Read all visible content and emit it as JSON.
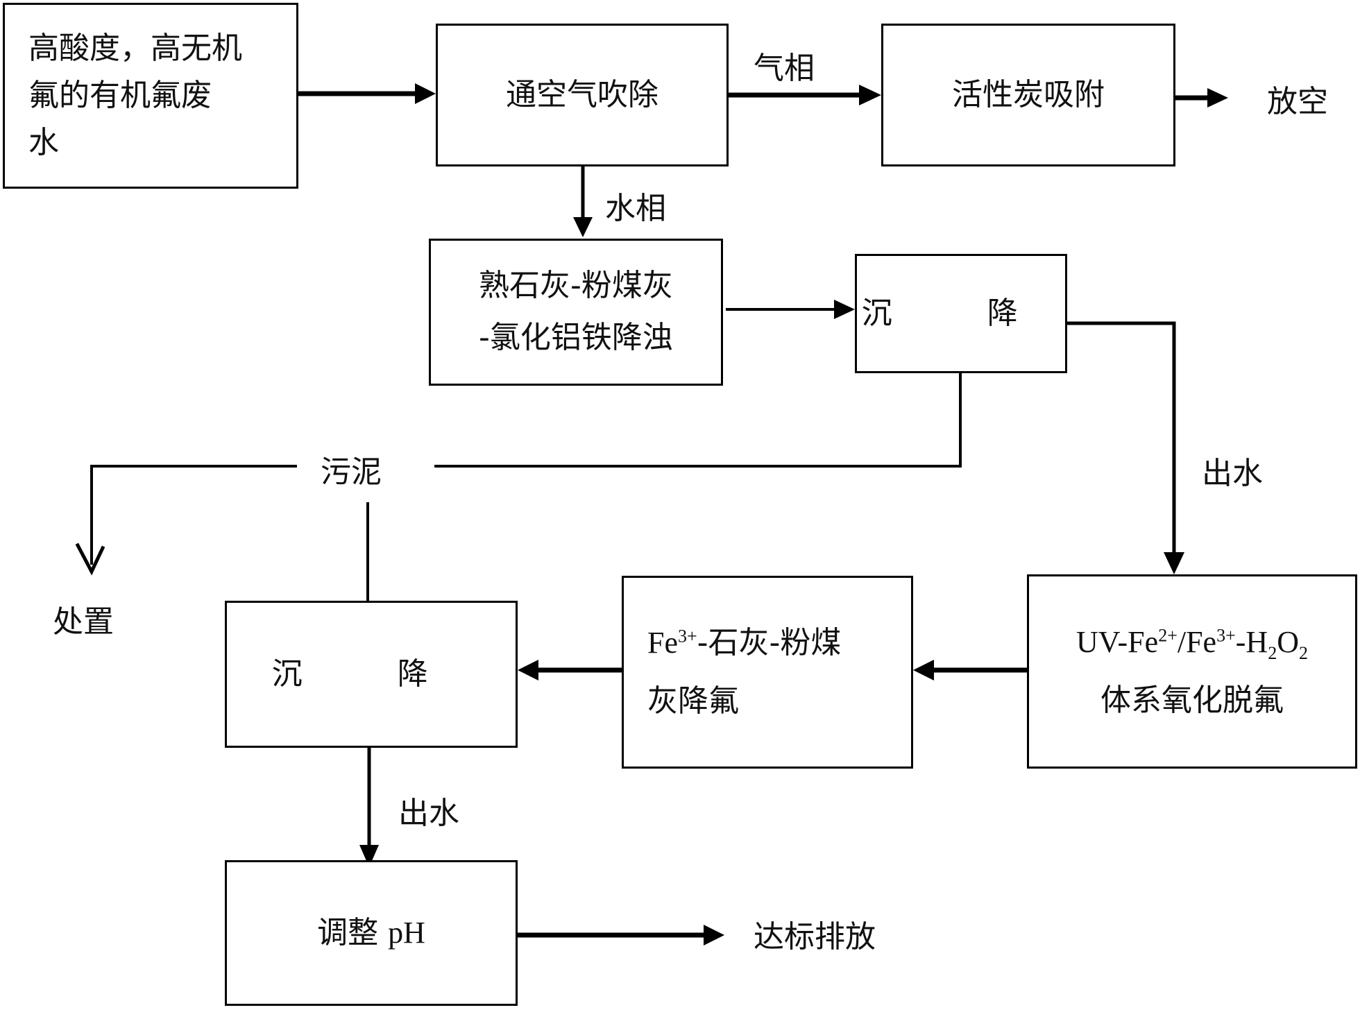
{
  "nodes": {
    "wastewater": {
      "line1": "高酸度，高无机",
      "line2": "氟的有机氟废",
      "line3": "水"
    },
    "air_stripping": "通空气吹除",
    "activated_carbon": "活性炭吸附",
    "coagulation": {
      "line1": "熟石灰-粉煤灰",
      "line2": "-氯化铝铁降浊"
    },
    "settling_1": "沉 降",
    "uv_oxidation": {
      "line1_a": "UV-Fe",
      "line1_sup1": "2+",
      "line1_b": "/Fe",
      "line1_sup2": "3+",
      "line1_c": "-H",
      "line1_sub1": "2",
      "line1_d": "O",
      "line1_sub2": "2",
      "line2": "体系氧化脱氟"
    },
    "defluorination": {
      "line1_a": "Fe",
      "line1_sup": "3+",
      "line1_b": "-石灰-粉煤",
      "line2": "灰降氟"
    },
    "settling_2": "沉 降",
    "ph_adjust": {
      "text": "调整",
      "ph": "pH"
    }
  },
  "edge_labels": {
    "gas_phase": "气相",
    "vent": "放空",
    "water_phase": "水相",
    "effluent_1": "出水",
    "sludge": "污泥",
    "disposal": "处置",
    "effluent_2": "出水",
    "discharge": "达标排放"
  }
}
